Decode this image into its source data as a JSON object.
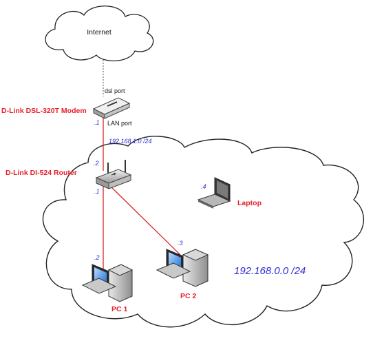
{
  "internet": {
    "label": "Internet"
  },
  "modem": {
    "name": "D-Link DSL-320T Modem",
    "dsl_port": "dsl port",
    "lan_port": "LAN port",
    "ip_suffix": ".1"
  },
  "link_subnet": "192.168.1.0 /24",
  "router": {
    "name": "D-Link DI-524 Router",
    "wan_ip_suffix": ".2",
    "lan_ip_suffix": ".1"
  },
  "lan_subnet": "192.168.0.0 /24",
  "devices": {
    "laptop": {
      "label": "Laptop",
      "ip_suffix": ".4"
    },
    "pc1": {
      "label": "PC 1",
      "ip_suffix": ".2"
    },
    "pc2": {
      "label": "PC 2",
      "ip_suffix": ".3"
    }
  },
  "colors": {
    "link_line": "#d9262c",
    "dsl_line": "#555555",
    "label_red": "#e8202a",
    "ip_blue": "#2b2bd6"
  }
}
